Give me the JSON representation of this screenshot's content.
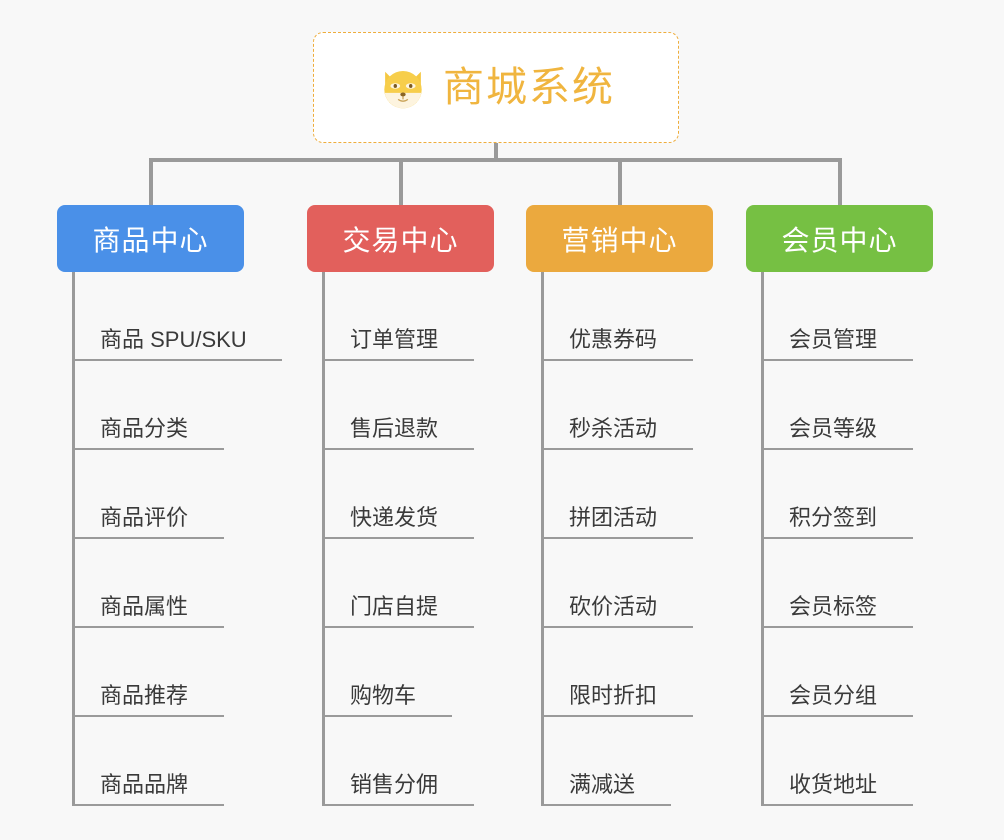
{
  "diagram": {
    "type": "org-tree",
    "background_color": "#f8f8f8",
    "connector_color": "#9a9a9a",
    "root": {
      "title": "商城系统",
      "icon": "shiba-dog-face-icon",
      "text_color": "#f0b53f",
      "border_color": "#eead3c",
      "background_color": "#ffffff"
    },
    "branches": [
      {
        "label": "商品中心",
        "color": "#4a90e8",
        "items": [
          "商品 SPU/SKU",
          "商品分类",
          "商品评价",
          "商品属性",
          "商品推荐",
          "商品品牌"
        ]
      },
      {
        "label": "交易中心",
        "color": "#e2605c",
        "items": [
          "订单管理",
          "售后退款",
          "快递发货",
          "门店自提",
          "购物车",
          "销售分佣"
        ]
      },
      {
        "label": "营销中心",
        "color": "#eba93e",
        "items": [
          "优惠券码",
          "秒杀活动",
          "拼团活动",
          "砍价活动",
          "限时折扣",
          "满减送"
        ]
      },
      {
        "label": "会员中心",
        "color": "#76c043",
        "items": [
          "会员管理",
          "会员等级",
          "积分签到",
          "会员标签",
          "会员分组",
          "收货地址"
        ]
      }
    ]
  }
}
